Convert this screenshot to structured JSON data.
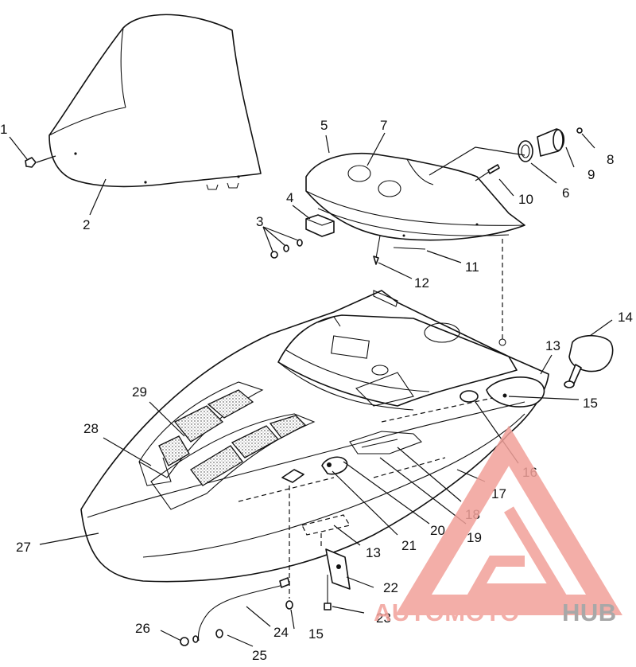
{
  "callouts": [
    {
      "id": "c1",
      "text": "1"
    },
    {
      "id": "c2",
      "text": "2"
    },
    {
      "id": "c3",
      "text": "3"
    },
    {
      "id": "c4",
      "text": "4"
    },
    {
      "id": "c5",
      "text": "5"
    },
    {
      "id": "c6",
      "text": "6"
    },
    {
      "id": "c7",
      "text": "7"
    },
    {
      "id": "c8",
      "text": "8"
    },
    {
      "id": "c9",
      "text": "9"
    },
    {
      "id": "c10",
      "text": "10"
    },
    {
      "id": "c11",
      "text": "11"
    },
    {
      "id": "c12",
      "text": "12"
    },
    {
      "id": "c13a",
      "text": "13"
    },
    {
      "id": "c13b",
      "text": "13"
    },
    {
      "id": "c14",
      "text": "14"
    },
    {
      "id": "c15a",
      "text": "15"
    },
    {
      "id": "c15b",
      "text": "15"
    },
    {
      "id": "c16",
      "text": "16"
    },
    {
      "id": "c17",
      "text": "17"
    },
    {
      "id": "c18",
      "text": "18"
    },
    {
      "id": "c19",
      "text": "19"
    },
    {
      "id": "c20",
      "text": "20"
    },
    {
      "id": "c21",
      "text": "21"
    },
    {
      "id": "c22",
      "text": "22"
    },
    {
      "id": "c23",
      "text": "23"
    },
    {
      "id": "c24",
      "text": "24"
    },
    {
      "id": "c25",
      "text": "25"
    },
    {
      "id": "c26",
      "text": "26"
    },
    {
      "id": "c27",
      "text": "27"
    },
    {
      "id": "c28",
      "text": "28"
    },
    {
      "id": "c29",
      "text": "29"
    }
  ],
  "watermark": {
    "part1": "AUTOMOTO",
    "part2": "HUB",
    "color_primary": "#f2a19a",
    "color_secondary": "#9a9a9a"
  }
}
